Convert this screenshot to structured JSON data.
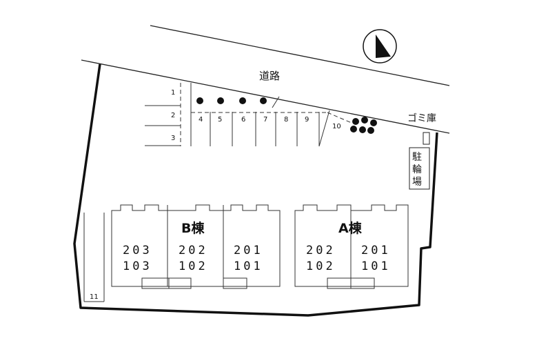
{
  "road": {
    "label": "道路"
  },
  "garbage": {
    "label": "ゴミ庫"
  },
  "bicycle": {
    "label_chars": [
      "駐",
      "輪",
      "場"
    ]
  },
  "parking": {
    "left_spaces": [
      "1",
      "2",
      "3"
    ],
    "top_spaces": [
      "4",
      "5",
      "6",
      "7",
      "8",
      "9",
      "10"
    ],
    "extra_space": "11"
  },
  "buildings": {
    "b": {
      "name": "B棟",
      "units": [
        {
          "upper": "203",
          "lower": "103"
        },
        {
          "upper": "202",
          "lower": "102"
        },
        {
          "upper": "201",
          "lower": "101"
        }
      ]
    },
    "a": {
      "name": "A棟",
      "units": [
        {
          "upper": "202",
          "lower": "102"
        },
        {
          "upper": "201",
          "lower": "101"
        }
      ]
    }
  },
  "compass": {
    "icon": "north-arrow-icon"
  }
}
